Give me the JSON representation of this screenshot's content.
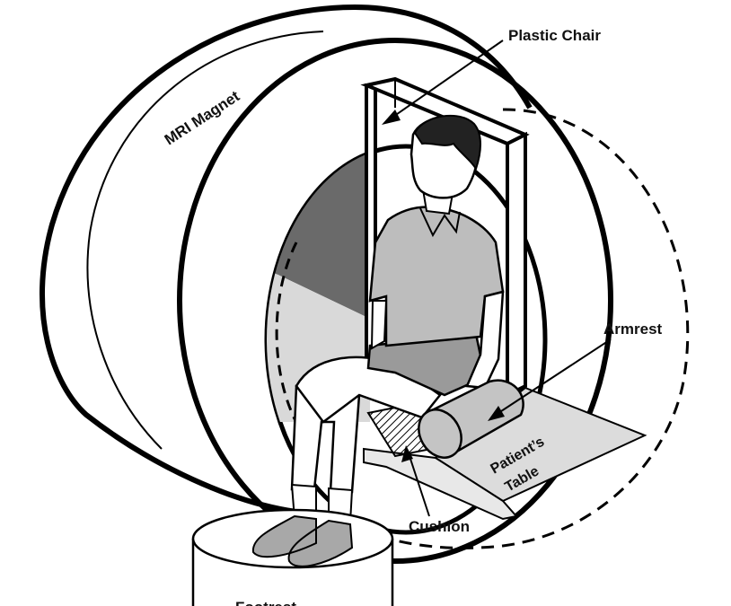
{
  "labels": {
    "mri_magnet": "MRI Magnet",
    "plastic_chair": "Plastic Chair",
    "armrest": "Armrest",
    "patients_table_line1": "Patient’s",
    "patients_table_line2": "Table",
    "cushion": "Cushion",
    "footrest_partial": "Footrest"
  },
  "colors": {
    "line": "#000000",
    "background": "#ffffff",
    "shirt": "#bdbdbd",
    "shorts": "#9a9a9a",
    "shoes": "#a8a8a8",
    "bore_dark": "#6a6a6a",
    "bore_light": "#d9d9d9",
    "table": "#dcdcdc",
    "armrest": "#c4c4c4"
  }
}
